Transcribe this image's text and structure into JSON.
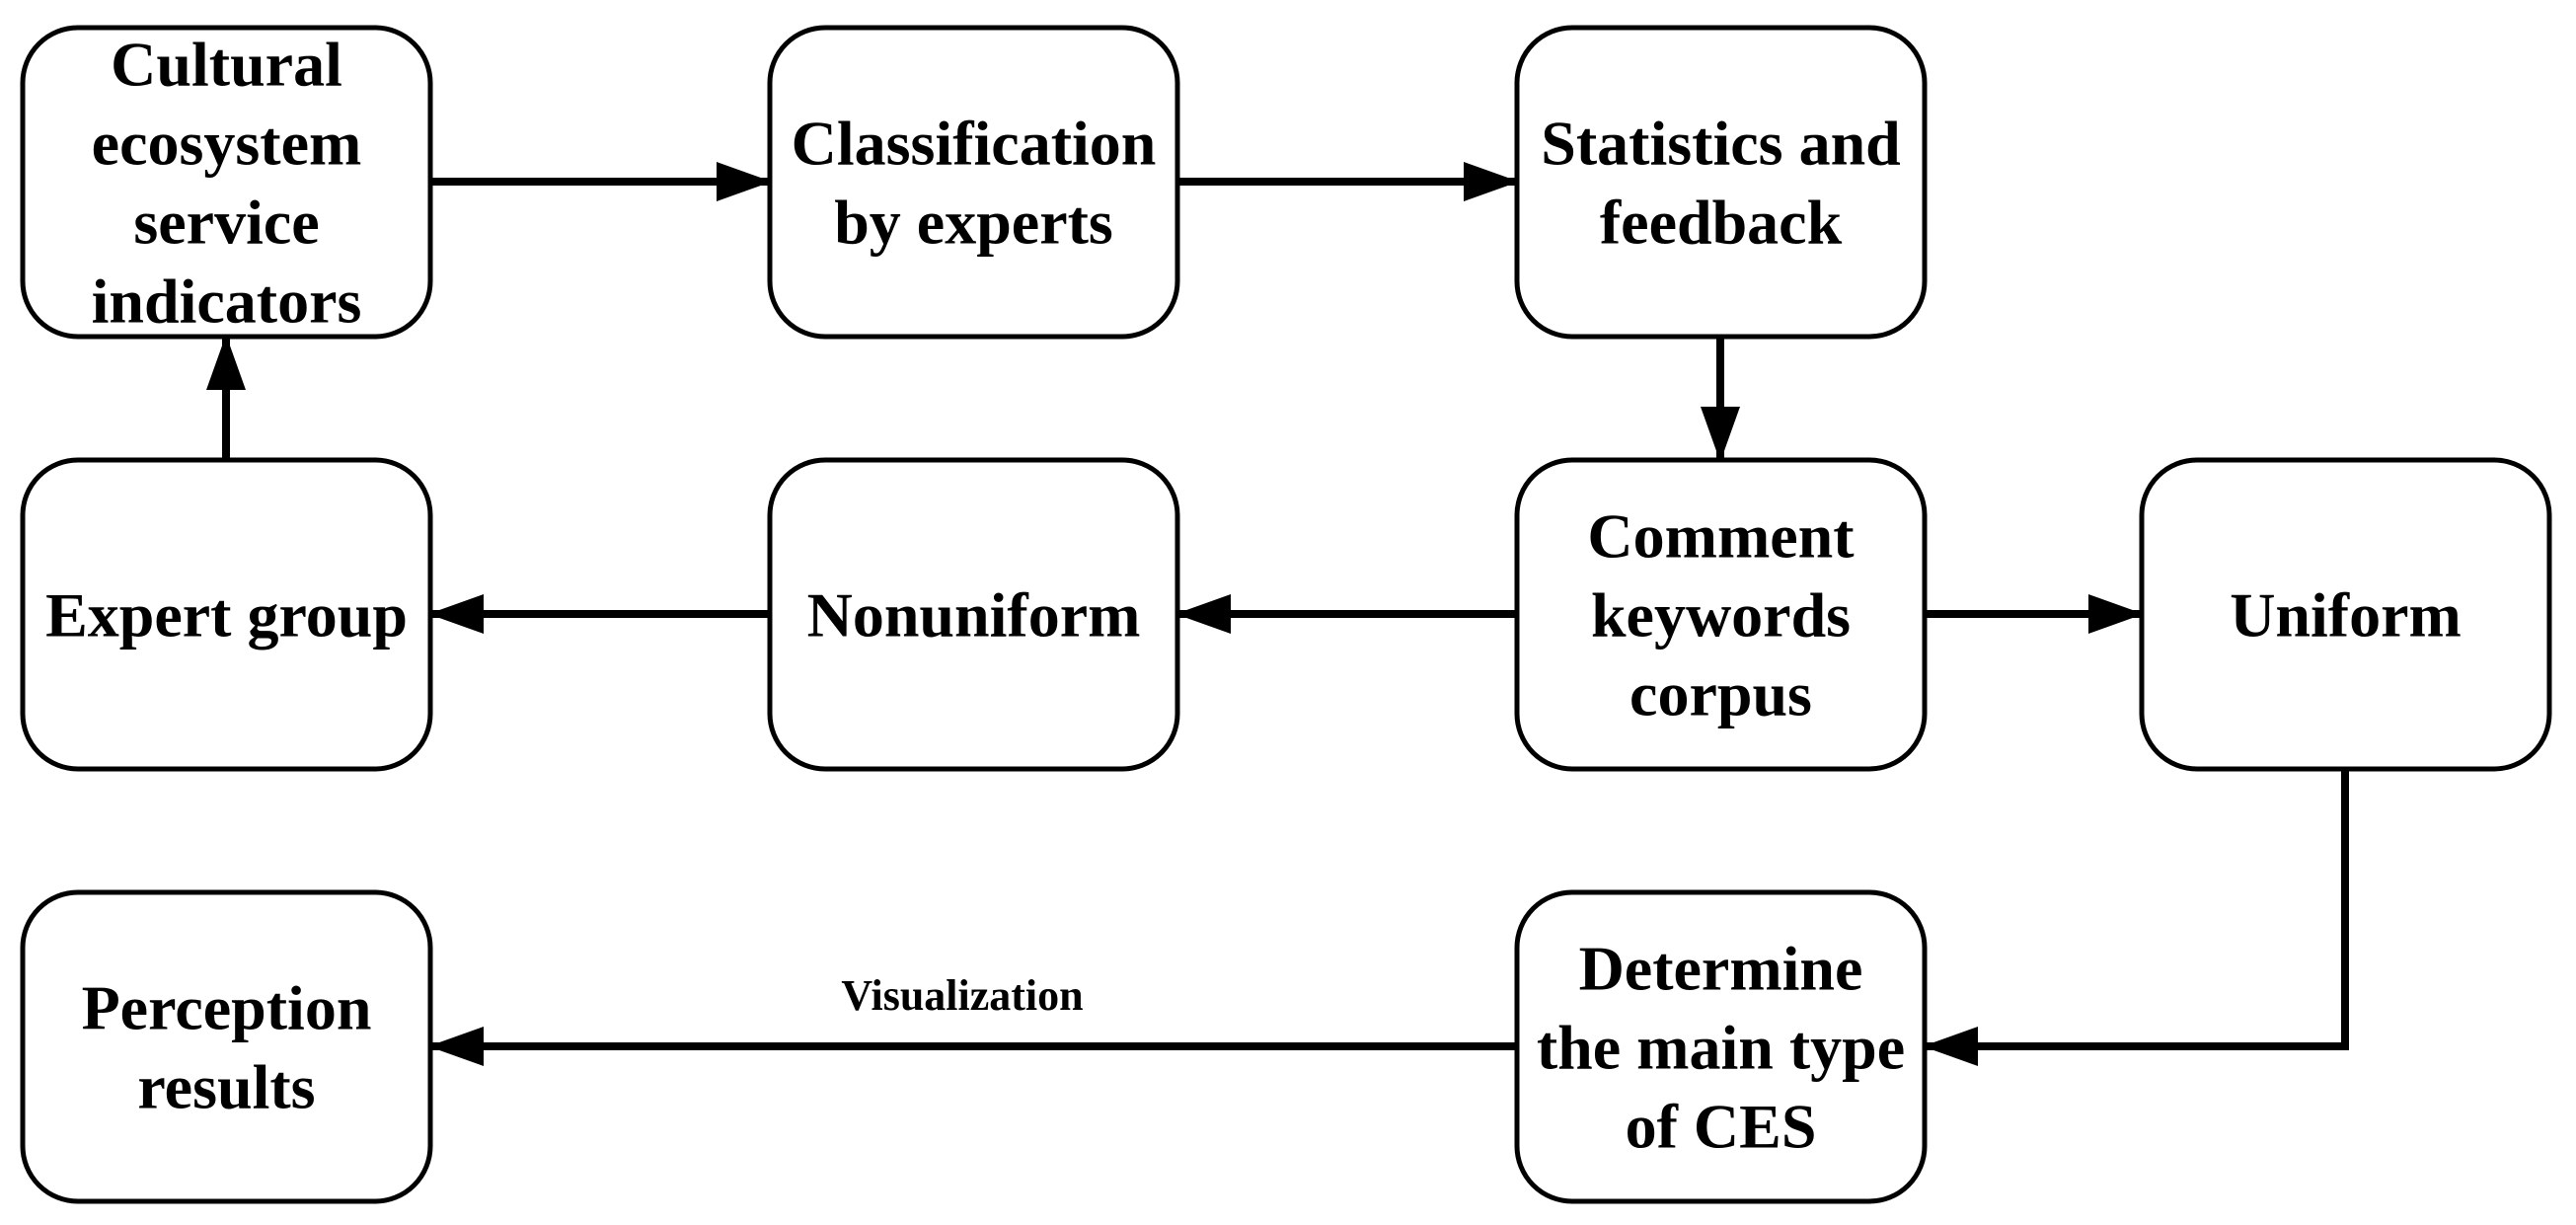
{
  "diagram": {
    "nodes": [
      {
        "id": "ces-indicators",
        "lines": [
          "Cultural",
          "ecosystem",
          "service",
          "indicators"
        ]
      },
      {
        "id": "classification-by-experts",
        "lines": [
          "Classification",
          "by experts"
        ]
      },
      {
        "id": "statistics-and-feedback",
        "lines": [
          "Statistics and",
          "feedback"
        ]
      },
      {
        "id": "expert-group",
        "lines": [
          "Expert group"
        ]
      },
      {
        "id": "nonuniform",
        "lines": [
          "Nonuniform"
        ]
      },
      {
        "id": "comment-keywords-corpus",
        "lines": [
          "Comment",
          "keywords",
          "corpus"
        ]
      },
      {
        "id": "uniform",
        "lines": [
          "Uniform"
        ]
      },
      {
        "id": "perception-results",
        "lines": [
          "Perception",
          "results"
        ]
      },
      {
        "id": "determine-main-type",
        "lines": [
          "Determine",
          "the main type",
          "of CES"
        ]
      }
    ],
    "edges": [
      {
        "id": "ces-to-classification",
        "from": "ces-indicators",
        "to": "classification-by-experts",
        "label": ""
      },
      {
        "id": "classification-to-statistics",
        "from": "classification-by-experts",
        "to": "statistics-and-feedback",
        "label": ""
      },
      {
        "id": "statistics-to-corpus",
        "from": "statistics-and-feedback",
        "to": "comment-keywords-corpus",
        "label": ""
      },
      {
        "id": "corpus-to-nonuniform",
        "from": "comment-keywords-corpus",
        "to": "nonuniform",
        "label": ""
      },
      {
        "id": "nonuniform-to-expert-group",
        "from": "nonuniform",
        "to": "expert-group",
        "label": ""
      },
      {
        "id": "expert-group-to-ces",
        "from": "expert-group",
        "to": "ces-indicators",
        "label": ""
      },
      {
        "id": "corpus-to-uniform",
        "from": "comment-keywords-corpus",
        "to": "uniform",
        "label": ""
      },
      {
        "id": "uniform-to-determine",
        "from": "uniform",
        "to": "determine-main-type",
        "label": ""
      },
      {
        "id": "determine-to-perception",
        "from": "determine-main-type",
        "to": "perception-results",
        "label": "Visualization"
      }
    ]
  }
}
